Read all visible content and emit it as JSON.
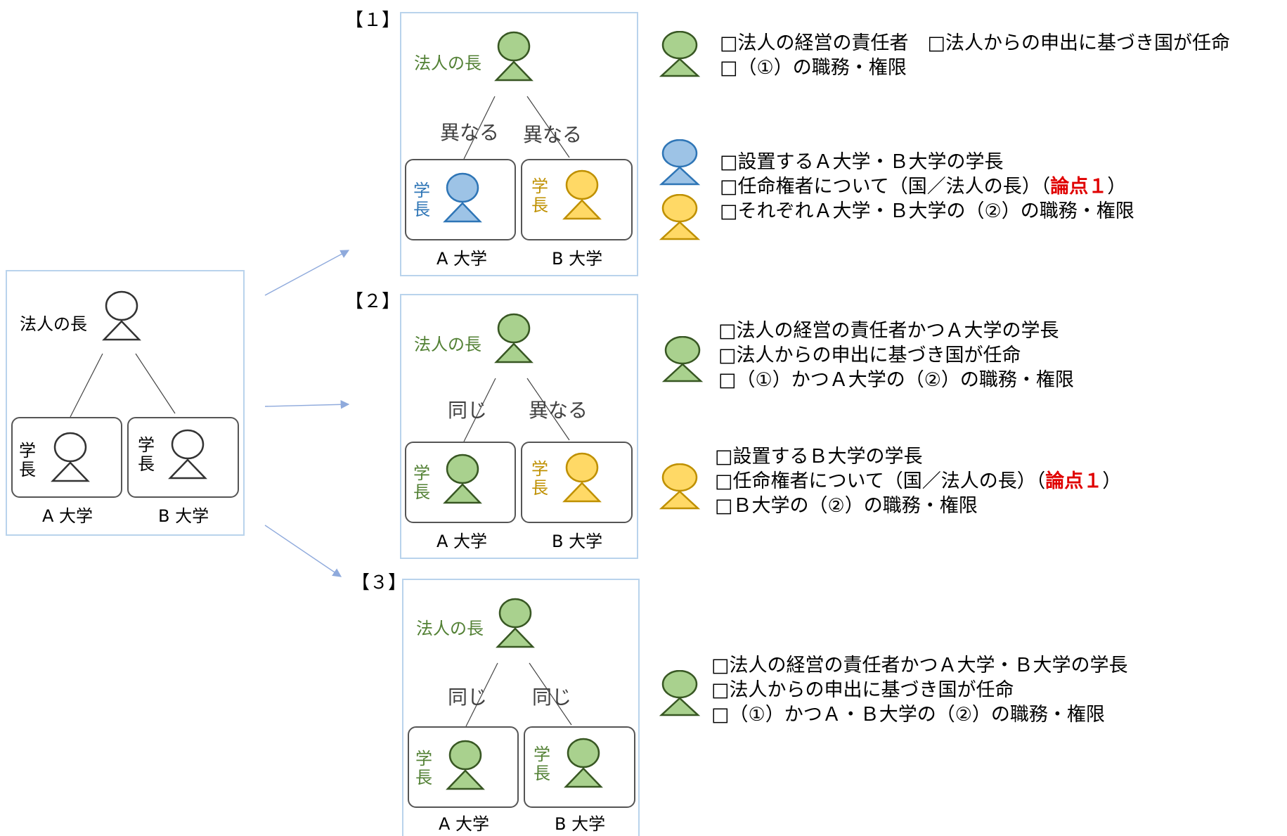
{
  "colors": {
    "green_fill": "#a9d18e",
    "green_stroke": "#385723",
    "green_text": "#538135",
    "blue_fill": "#9dc3e6",
    "blue_stroke": "#2e75b6",
    "blue_text": "#2e75b6",
    "yellow_fill": "#ffd966",
    "yellow_stroke": "#bf9000",
    "yellow_text": "#bf9000",
    "frame": "#b9d3ec",
    "arrow": "#8faadc",
    "red": "#e00000"
  },
  "icons": {
    "person": "person-icon",
    "arrow": "arrow-icon"
  },
  "original": {
    "head_label": "法人の長",
    "univ_a": {
      "role": [
        "学",
        "長"
      ],
      "name": "A 大学"
    },
    "univ_b": {
      "role": [
        "学",
        "長"
      ],
      "name": "B 大学"
    }
  },
  "scenarios": [
    {
      "number": "【１】",
      "head_label": "法人の長",
      "rel_a": "異なる",
      "rel_b": "異なる",
      "univ_a": {
        "role": [
          "学",
          "長"
        ],
        "name": "A 大学"
      },
      "univ_b": {
        "role": [
          "学",
          "長"
        ],
        "name": "B 大学"
      },
      "groups": [
        {
          "lines": [
            {
              "text": "□法人の経営の責任者　□法人からの申出に基づき国が任命"
            },
            {
              "text": "□（①）の職務・権限"
            }
          ]
        },
        {
          "lines": [
            {
              "text": "□設置するＡ大学・Ｂ大学の学長"
            },
            {
              "text": "□任命権者について（国／法人の長）（",
              "emph": "論点１",
              "after": "）"
            },
            {
              "text": "□それぞれＡ大学・Ｂ大学の（②）の職務・権限"
            }
          ]
        }
      ]
    },
    {
      "number": "【２】",
      "head_label": "法人の長",
      "rel_a": "同じ",
      "rel_b": "異なる",
      "univ_a": {
        "role": [
          "学",
          "長"
        ],
        "name": "A 大学"
      },
      "univ_b": {
        "role": [
          "学",
          "長"
        ],
        "name": "B 大学"
      },
      "groups": [
        {
          "lines": [
            {
              "text": "□法人の経営の責任者かつＡ大学の学長"
            },
            {
              "text": "□法人からの申出に基づき国が任命"
            },
            {
              "text": "□（①）かつＡ大学の（②）の職務・権限"
            }
          ]
        },
        {
          "lines": [
            {
              "text": "□設置するＢ大学の学長"
            },
            {
              "text": "□任命権者について（国／法人の長）（",
              "emph": "論点１",
              "after": "）"
            },
            {
              "text": "□Ｂ大学の（②）の職務・権限"
            }
          ]
        }
      ]
    },
    {
      "number": "【３】",
      "head_label": "法人の長",
      "rel_a": "同じ",
      "rel_b": "同じ",
      "univ_a": {
        "role": [
          "学",
          "長"
        ],
        "name": "A 大学"
      },
      "univ_b": {
        "role": [
          "学",
          "長"
        ],
        "name": "B 大学"
      },
      "groups": [
        {
          "lines": [
            {
              "text": "□法人の経営の責任者かつＡ大学・Ｂ大学の学長"
            },
            {
              "text": "□法人からの申出に基づき国が任命"
            },
            {
              "text": "□（①）かつＡ・Ｂ大学の（②）の職務・権限"
            }
          ]
        }
      ]
    }
  ]
}
